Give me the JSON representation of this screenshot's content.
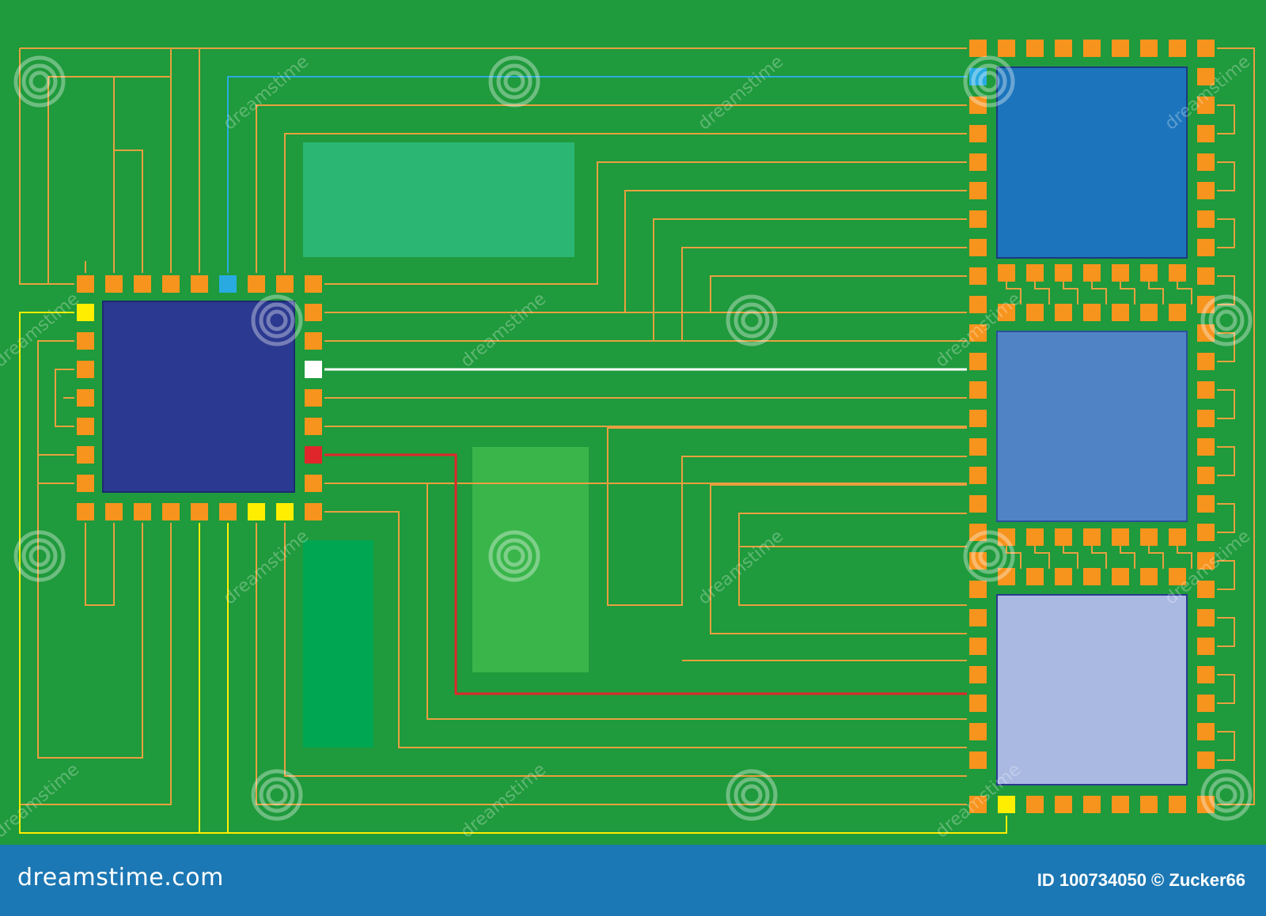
{
  "footer": {
    "logo_text": "dreamstime.com",
    "credit_text": "ID 100734050 © Zucker66"
  },
  "watermark": {
    "text": "dreamstime",
    "icon": "spiral-icon"
  },
  "colors": {
    "board": "#1f9a3c",
    "trace": "#e8a040",
    "pad": "#f7941d",
    "chip_main": "#2b3990",
    "chip_1": "#1c75bc",
    "chip_2": "#5083c5",
    "chip_3": "#a9b9e2",
    "highlight_blue": "#29abe2",
    "highlight_white": "#ffffff",
    "highlight_red": "#e0262b",
    "highlight_yellow": "#ffee00",
    "footer": "#1c78b4"
  }
}
